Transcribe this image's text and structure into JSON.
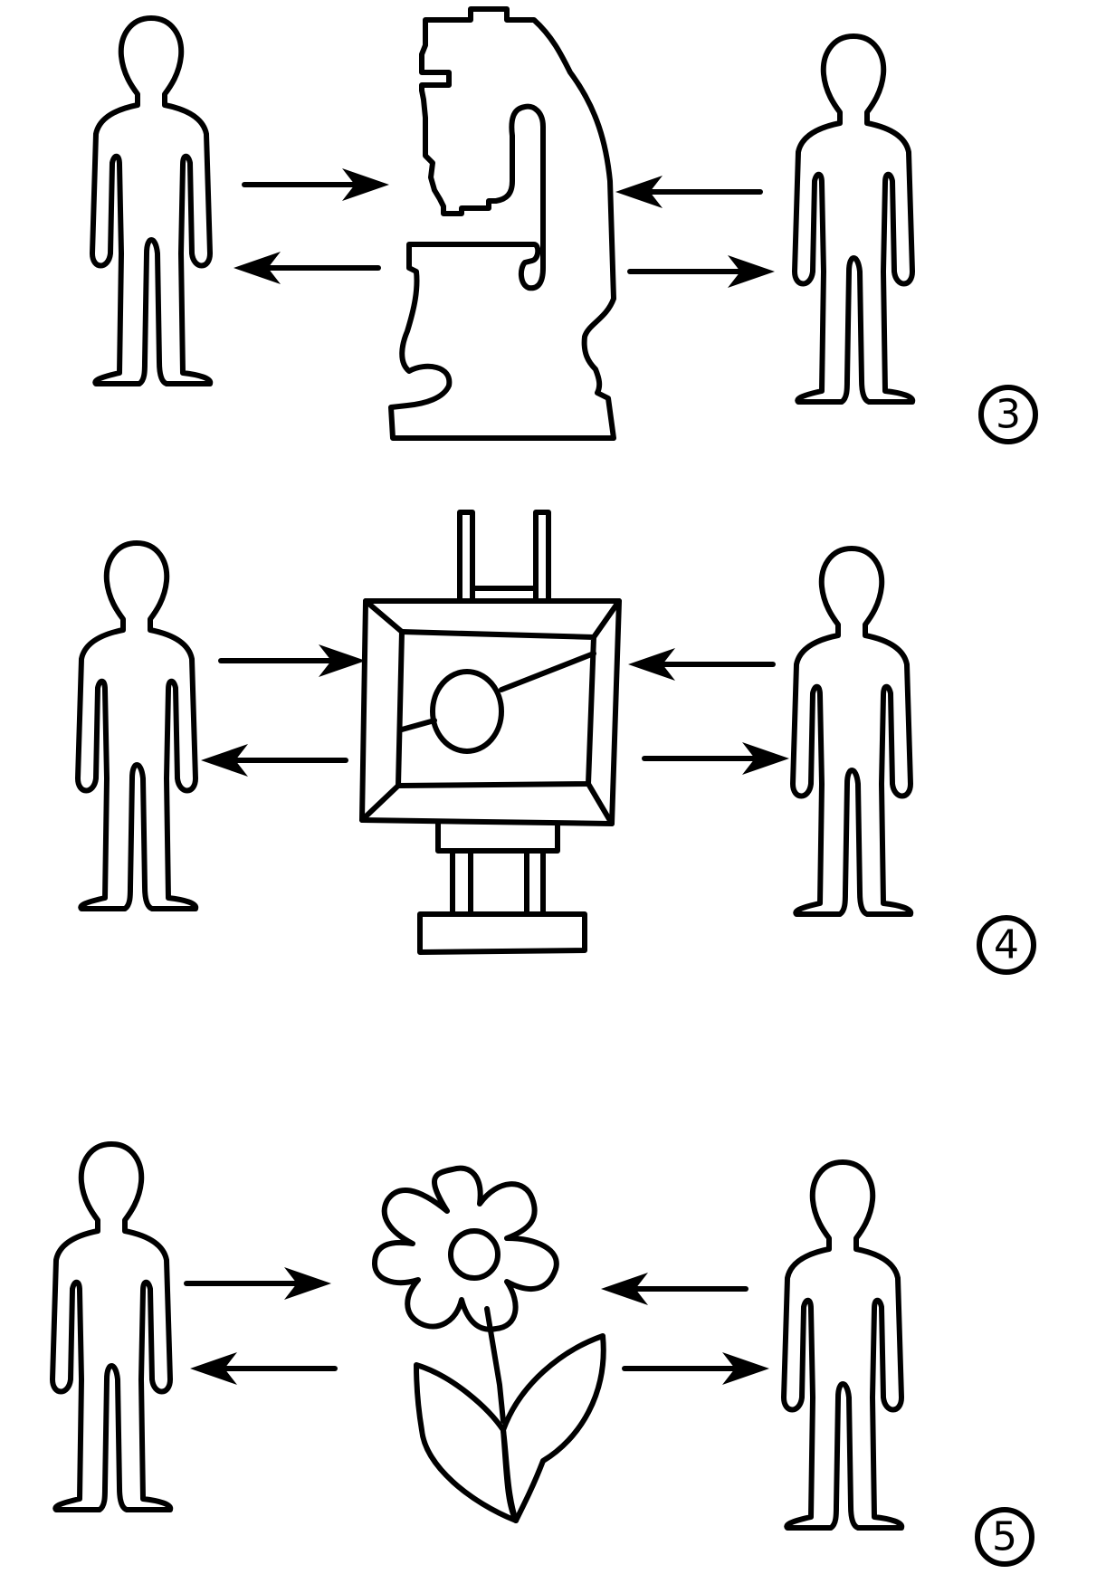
{
  "panels": [
    {
      "id": "panel-3",
      "number": "3",
      "object": "machine"
    },
    {
      "id": "panel-4",
      "number": "4",
      "object": "framed-picture"
    },
    {
      "id": "panel-5",
      "number": "5",
      "object": "flower"
    }
  ],
  "colors": {
    "ink": "#000000",
    "background": "#ffffff"
  }
}
